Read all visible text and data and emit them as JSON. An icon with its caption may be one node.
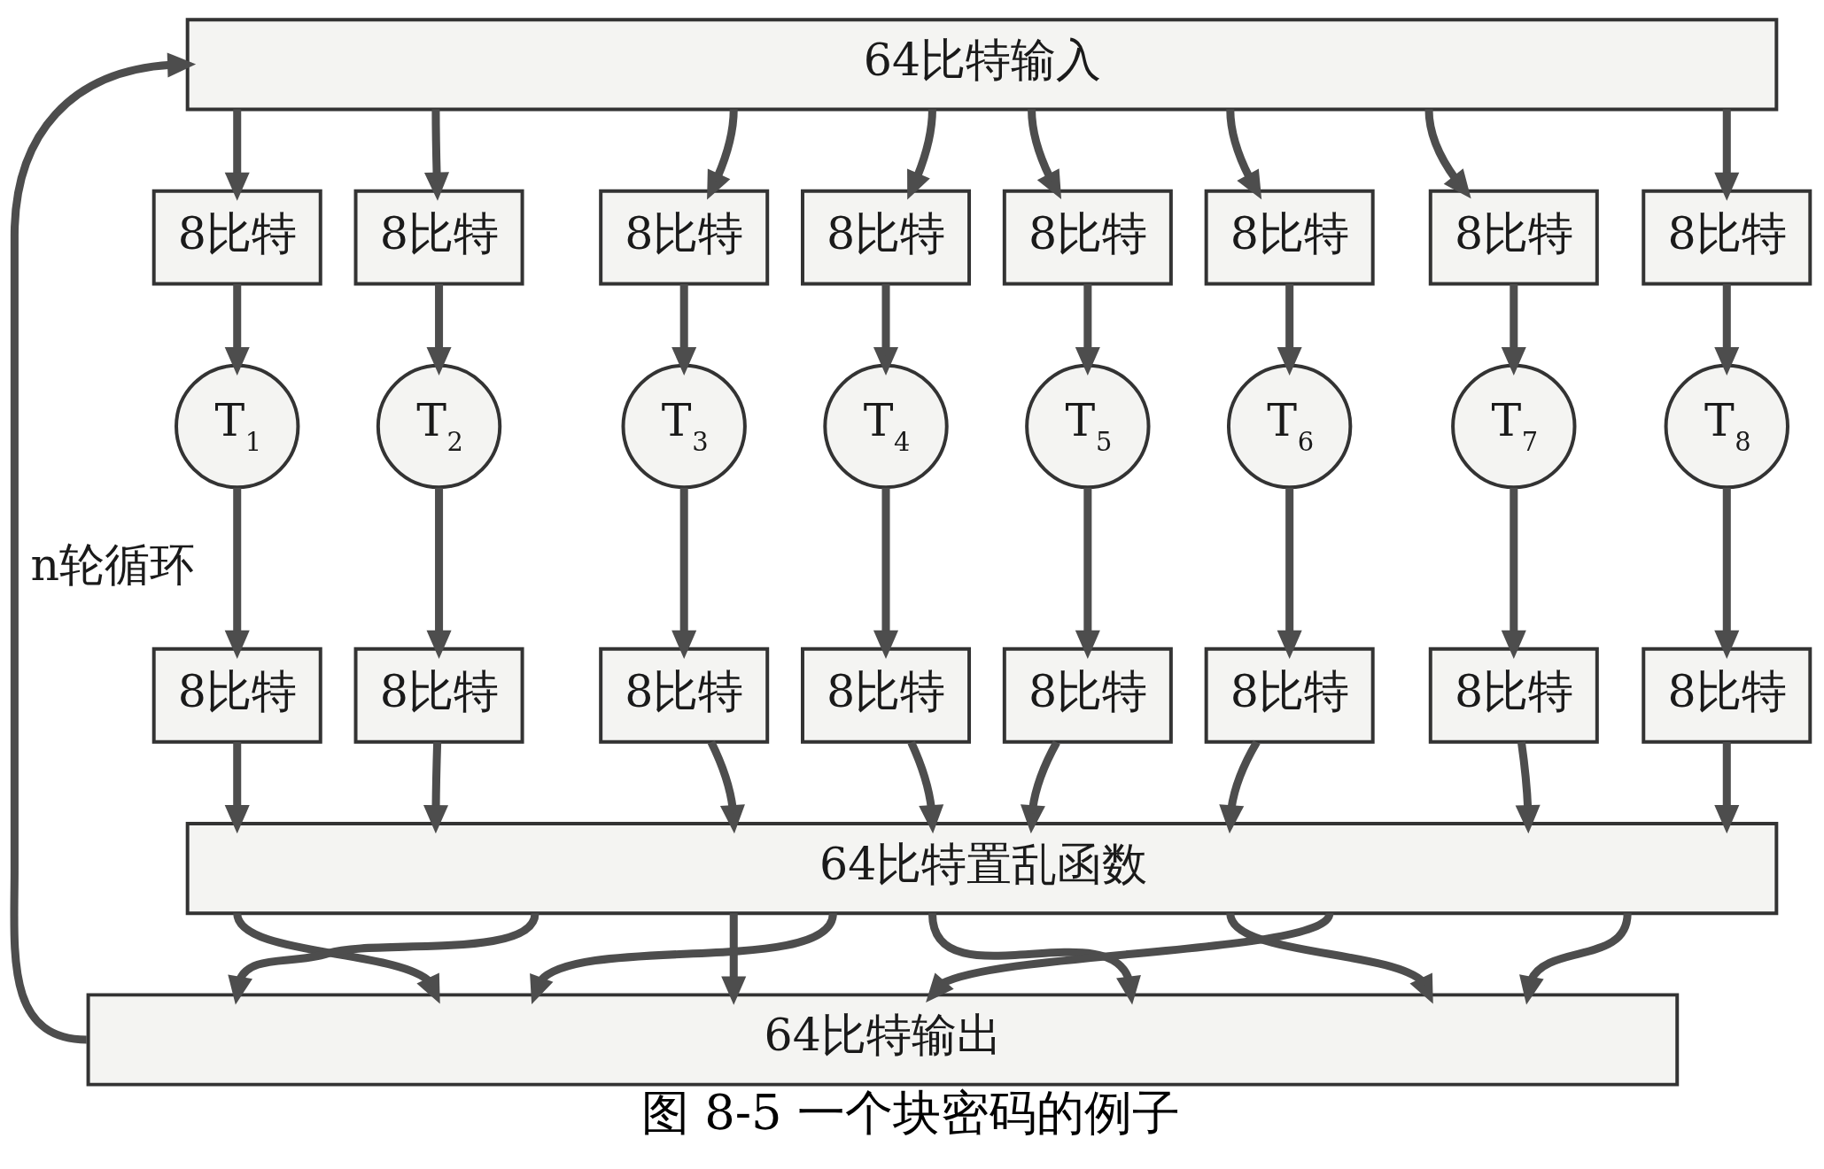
{
  "diagram": {
    "caption": "图 8-5 一个块密码的例子",
    "nodes": [
      {
        "text": [
          "64比特输入"
        ]
      },
      {
        "text": [
          "8比特"
        ]
      },
      {
        "text": [
          "8比特"
        ]
      },
      {
        "text": [
          "8比特"
        ]
      },
      {
        "text": [
          "8比特"
        ]
      },
      {
        "text": [
          "8比特"
        ]
      },
      {
        "text": [
          "8比特"
        ]
      },
      {
        "text": [
          "8比特"
        ]
      },
      {
        "text": [
          "8比特"
        ]
      },
      {
        "text": [
          "T$_{1}$"
        ]
      },
      {
        "text": [
          "T$_{2}$"
        ]
      },
      {
        "text": [
          "T$_{3}$"
        ]
      },
      {
        "text": [
          "T$_{4}$"
        ]
      },
      {
        "text": [
          "T$_{5}$"
        ]
      },
      {
        "text": [
          "T$_{6}$"
        ]
      },
      {
        "text": [
          "T$_{7}$"
        ]
      },
      {
        "text": [
          "T$_{8}$"
        ]
      },
      {
        "text": [
          "8比特"
        ]
      },
      {
        "text": [
          "8比特"
        ]
      },
      {
        "text": [
          "8比特"
        ]
      },
      {
        "text": [
          "8比特"
        ]
      },
      {
        "text": [
          "8比特"
        ]
      },
      {
        "text": [
          "8比特"
        ]
      },
      {
        "text": [
          "8比特"
        ]
      },
      {
        "text": [
          "8比特"
        ]
      },
      {
        "text": [
          "64比特置乱函数"
        ]
      },
      {
        "text": [
          "64比特输出"
        ]
      }
    ],
    "edges": [
      {
        "from": 0,
        "to": 1,
        "arrow": "to"
      },
      {
        "from": 0,
        "to": 2,
        "arrow": "to"
      },
      {
        "from": 0,
        "to": 3,
        "arrow": "to"
      },
      {
        "from": 0,
        "to": 4,
        "arrow": "to"
      },
      {
        "from": 0,
        "to": 5,
        "arrow": "to"
      },
      {
        "from": 0,
        "to": 6,
        "arrow": "to"
      },
      {
        "from": 0,
        "to": 7,
        "arrow": "to"
      },
      {
        "from": 0,
        "to": 8,
        "arrow": "to"
      },
      {
        "from": 1,
        "to": 9,
        "arrow": "to"
      },
      {
        "from": 2,
        "to": 10,
        "arrow": "to"
      },
      {
        "from": 3,
        "to": 11,
        "arrow": "to"
      },
      {
        "from": 4,
        "to": 12,
        "arrow": "to"
      },
      {
        "from": 5,
        "to": 13,
        "arrow": "to"
      },
      {
        "from": 6,
        "to": 14,
        "arrow": "to"
      },
      {
        "from": 7,
        "to": 15,
        "arrow": "to"
      },
      {
        "from": 8,
        "to": 16,
        "arrow": "to"
      },
      {
        "from": 9,
        "to": 17,
        "arrow": "to"
      },
      {
        "from": 10,
        "to": 18,
        "arrow": "to"
      },
      {
        "from": 11,
        "to": 19,
        "arrow": "to"
      },
      {
        "from": 12,
        "to": 20,
        "arrow": "to"
      },
      {
        "from": 13,
        "to": 21,
        "arrow": "to"
      },
      {
        "from": 14,
        "to": 22,
        "arrow": "to"
      },
      {
        "from": 15,
        "to": 23,
        "arrow": "to"
      },
      {
        "from": 16,
        "to": 24,
        "arrow": "to"
      },
      {
        "from": 17,
        "to": 25,
        "arrow": "to"
      },
      {
        "from": 18,
        "to": 25,
        "arrow": "to"
      },
      {
        "from": 19,
        "to": 25,
        "arrow": "to"
      },
      {
        "from": 20,
        "to": 25,
        "arrow": "to"
      },
      {
        "from": 21,
        "to": 25,
        "arrow": "to"
      },
      {
        "from": 22,
        "to": 25,
        "arrow": "to"
      },
      {
        "from": 23,
        "to": 25,
        "arrow": "to"
      },
      {
        "from": 24,
        "to": 25,
        "arrow": "to"
      },
      {
        "from": 25,
        "to": 26,
        "arrow": "to"
      },
      {
        "from": 25,
        "to": 26,
        "arrow": "to"
      },
      {
        "from": 25,
        "to": 26,
        "arrow": "to"
      },
      {
        "from": 25,
        "to": 26,
        "arrow": "to"
      },
      {
        "from": 25,
        "to": 26,
        "arrow": "to"
      },
      {
        "from": 25,
        "to": 26,
        "arrow": "to"
      },
      {
        "from": 25,
        "to": 26,
        "arrow": "to"
      },
      {
        "from": 25,
        "to": 26,
        "arrow": "to"
      },
      {
        "from": 26,
        "to": 0,
        "arrow": "to",
        "label": "n轮循环"
      }
    ]
  }
}
